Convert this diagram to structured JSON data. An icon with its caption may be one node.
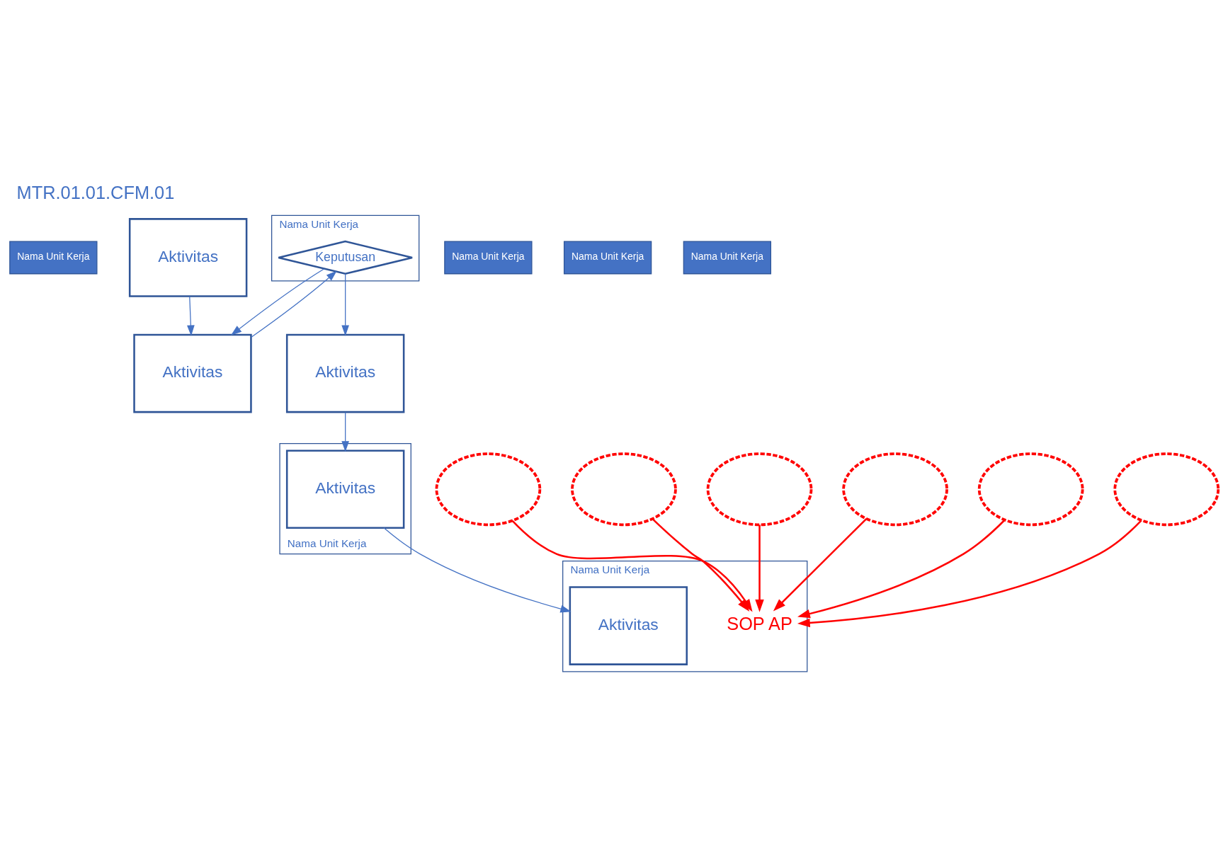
{
  "diagram": {
    "title": "MTR.01.01.CFM.01",
    "nodes": [
      {
        "text": [
          "Nama Unit Kerja"
        ]
      },
      {
        "text": [
          "Nama Unit Kerja"
        ]
      },
      {
        "text": [
          "Nama Unit Kerja"
        ]
      },
      {
        "text": [
          "Nama Unit Kerja"
        ]
      },
      {
        "text": [
          "Nama Unit Kerja"
        ]
      },
      {
        "text": [
          "Nama Unit Kerja"
        ]
      },
      {
        "text": [
          "Nama Unit Kerja"
        ]
      },
      {
        "text": [
          "Aktivitas"
        ]
      },
      {
        "text": [
          "Aktivitas"
        ]
      },
      {
        "text": [
          "Keputusan"
        ],
        "in": 4
      },
      {
        "text": [
          "Aktivitas"
        ]
      },
      {
        "text": [
          "Aktivitas"
        ],
        "in": 3
      },
      {
        "text": [
          "Aktivitas"
        ],
        "in": 1
      },
      {
        "text": [
          "SOP AP"
        ],
        "in": 1
      },
      {
        "text": [],
        "shape": "ellipse"
      },
      {
        "text": [],
        "shape": "ellipse"
      },
      {
        "text": [],
        "shape": "ellipse"
      },
      {
        "text": [],
        "shape": "ellipse"
      },
      {
        "text": [],
        "shape": "ellipse"
      },
      {
        "text": [],
        "shape": "ellipse"
      }
    ],
    "edges": [
      {
        "from": 7,
        "to": 8,
        "arrow": "to"
      },
      {
        "from": 8,
        "to": 9,
        "arrow": "to"
      },
      {
        "from": 9,
        "to": 8,
        "arrow": "to"
      },
      {
        "from": 9,
        "to": 10,
        "arrow": "to"
      },
      {
        "from": 10,
        "to": 11,
        "arrow": "to"
      },
      {
        "from": 11,
        "to": 12,
        "arrow": "to"
      },
      {
        "from": 14,
        "to": 13,
        "arrow": "to",
        "color": "#ff0000"
      },
      {
        "from": 15,
        "to": 13,
        "arrow": "to",
        "color": "#ff0000"
      },
      {
        "from": 16,
        "to": 13,
        "arrow": "to",
        "color": "#ff0000"
      },
      {
        "from": 17,
        "to": 13,
        "arrow": "to",
        "color": "#ff0000"
      },
      {
        "from": 18,
        "to": 13,
        "arrow": "to",
        "color": "#ff0000"
      },
      {
        "from": 19,
        "to": 13,
        "arrow": "to",
        "color": "#ff0000"
      }
    ]
  }
}
